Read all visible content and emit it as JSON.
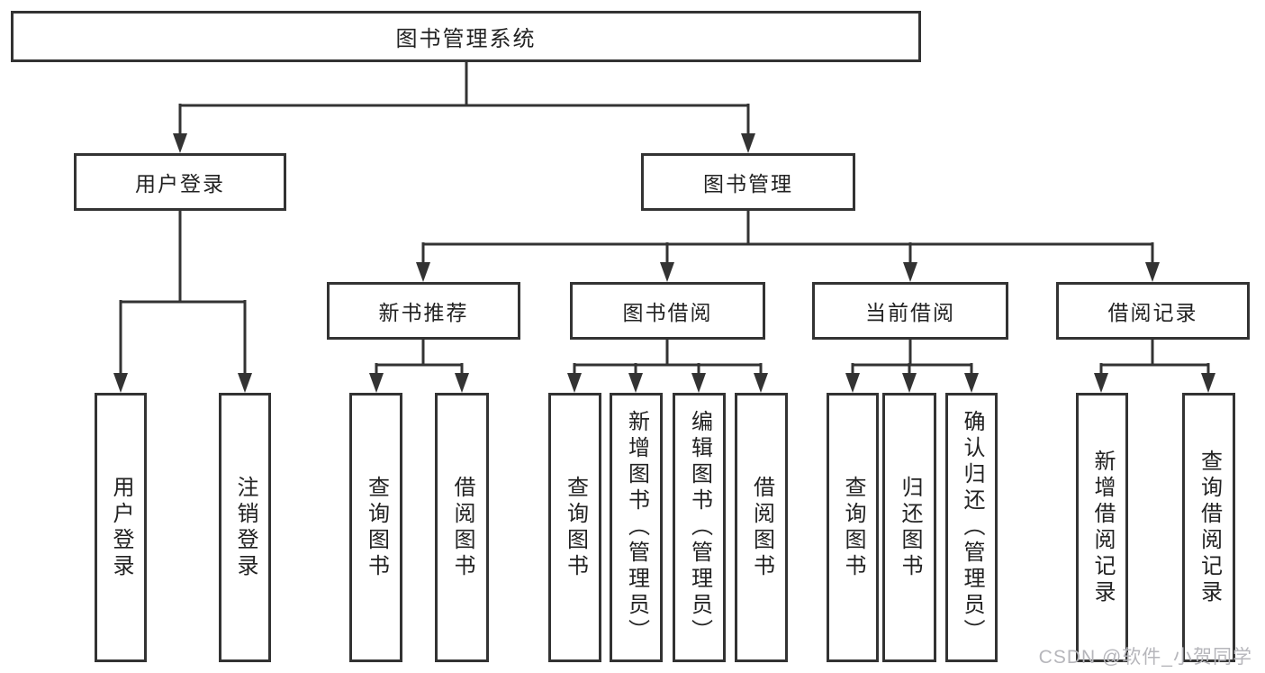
{
  "diagram": {
    "root": {
      "label": "图书管理系统"
    },
    "branches": [
      {
        "label": "用户登录",
        "leaves": [
          "用户登录",
          "注销登录"
        ]
      },
      {
        "label": "图书管理",
        "groups": [
          {
            "label": "新书推荐",
            "leaves": [
              "查询图书",
              "借阅图书"
            ]
          },
          {
            "label": "图书借阅",
            "leaves": [
              "查询图书",
              "新增图书（管理员）",
              "编辑图书（管理员）",
              "借阅图书"
            ]
          },
          {
            "label": "当前借阅",
            "leaves": [
              "查询图书",
              "归还图书",
              "确认归还（管理员）"
            ]
          },
          {
            "label": "借阅记录",
            "leaves": [
              "新增借阅记录",
              "查询借阅记录"
            ]
          }
        ]
      }
    ],
    "watermark": "CSDN @软件_小贺同学",
    "colors": {
      "line": "#333333",
      "text": "#222222",
      "box_fill": "#ffffff",
      "watermark": "#b6b6bb"
    }
  }
}
